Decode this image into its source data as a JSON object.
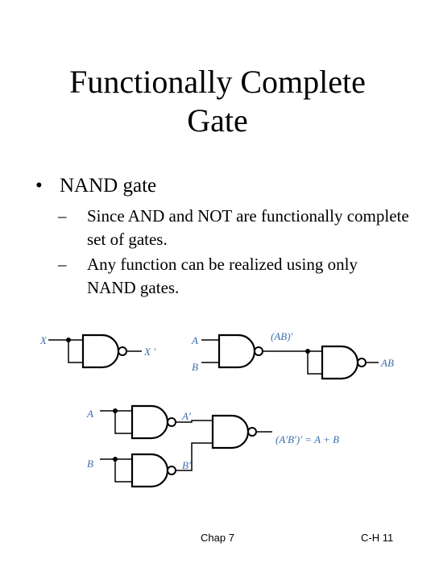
{
  "slide": {
    "title_line1": "Functionally Complete",
    "title_line2": "Gate",
    "bullet": "NAND gate",
    "bullet_marker": "•",
    "sub_marker": "–",
    "sub1": "Since AND and NOT are functionally complete set of gates.",
    "sub2": "Any function can be realized using only NAND gates.",
    "footer_left": "Chap 7",
    "footer_right": "C-H  11"
  },
  "diagram": {
    "not_in": "X",
    "not_out": "X ′",
    "and_a": "A",
    "and_b": "B",
    "and_mid": "(AB)′",
    "and_out": "AB",
    "or_a": "A",
    "or_b": "B",
    "or_a_inv": "A′",
    "or_b_inv": "B′",
    "or_out": "(A′B′)′ = A + B",
    "label_color": "#3a6fb0"
  }
}
